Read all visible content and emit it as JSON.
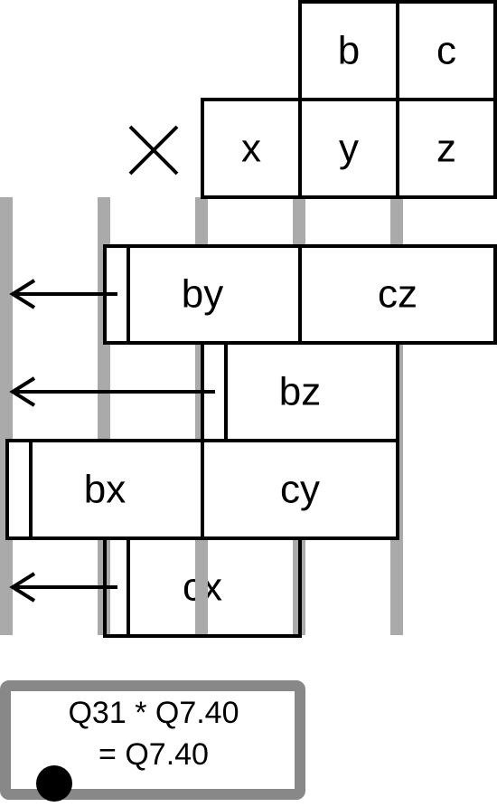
{
  "colors": {
    "ink": "#000000",
    "guide": "#aaaaaa",
    "panel_border": "#888888",
    "background": "#ffffff"
  },
  "multiplicand": {
    "labels": [
      "b",
      "c"
    ]
  },
  "multiplier": {
    "operator": "×",
    "labels": [
      "x",
      "y",
      "z"
    ]
  },
  "partial_products": [
    {
      "name": "row-1",
      "cells": [
        "by",
        "cz"
      ]
    },
    {
      "name": "row-2",
      "cells": [
        "bz"
      ]
    },
    {
      "name": "row-3",
      "cells": [
        "bx",
        "cy"
      ]
    },
    {
      "name": "row-4",
      "cells": [
        "cx"
      ]
    }
  ],
  "result": {
    "line1": "Q31 * Q7.40",
    "line2": "= Q7.40"
  }
}
